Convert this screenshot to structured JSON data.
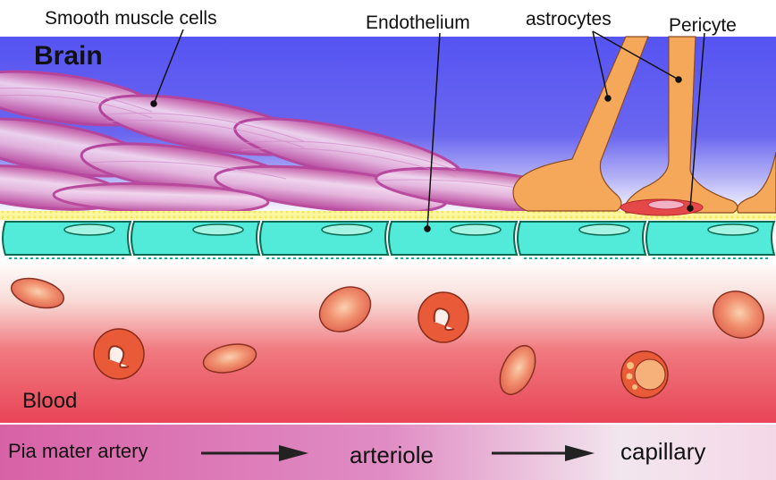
{
  "labels": {
    "smooth_muscle": "Smooth muscle cells",
    "endothelium": "Endothelium",
    "astrocytes": "astrocytes",
    "pericyte": "Pericyte",
    "brain": "Brain",
    "blood": "Blood"
  },
  "flow": {
    "start": "Pia mater artery",
    "middle": "arteriole",
    "end": "capillary"
  },
  "colors": {
    "brain_bg": "#5a56f0",
    "smooth_muscle": "#c85aa8",
    "endothelium": "#4fe8d8",
    "astrocyte": "#f5a85a",
    "pericyte": "#e44848",
    "blood": "#e8485a",
    "flow_band": "#d870b0"
  }
}
